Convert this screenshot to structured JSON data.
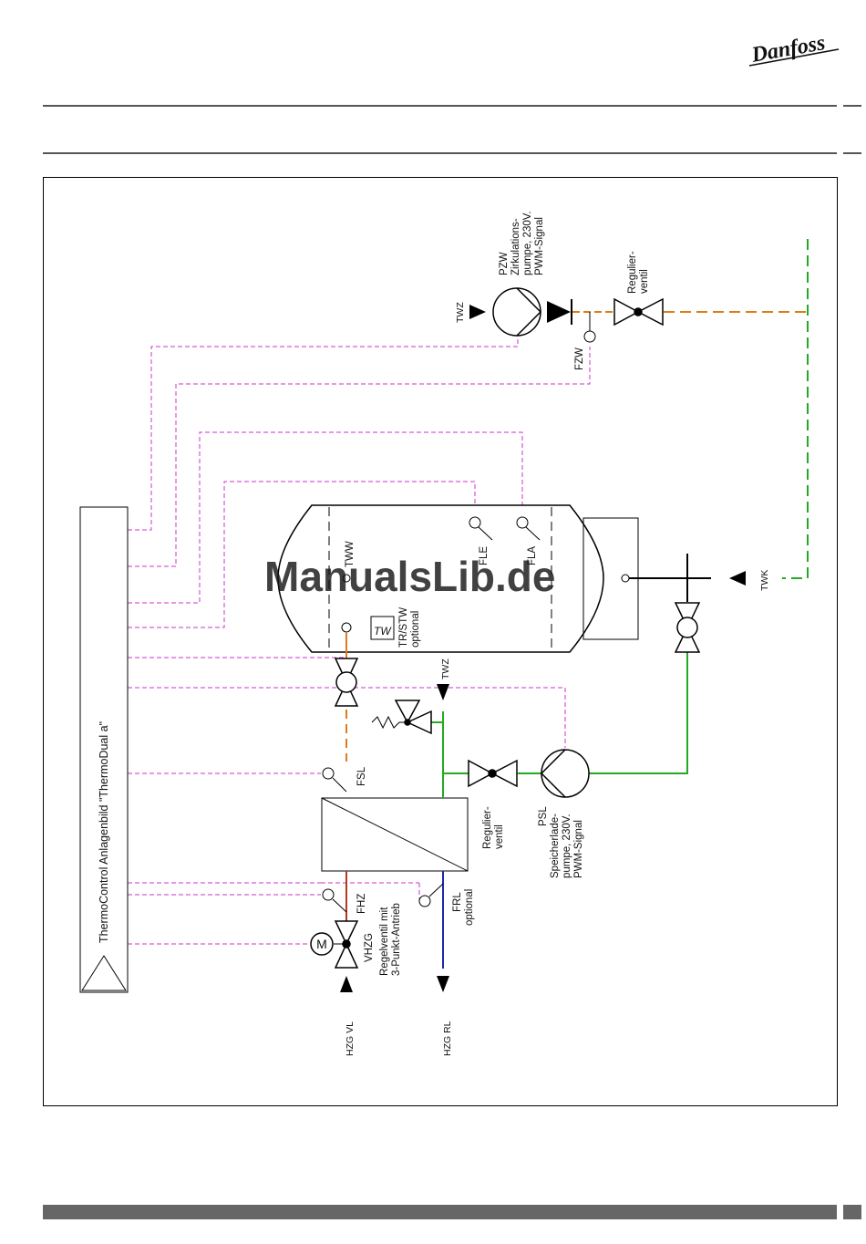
{
  "brand": {
    "logo_text": "Danfoss",
    "color": "#111111"
  },
  "watermark": {
    "text": "ManualsLib.de",
    "color": "#a9c6e8"
  },
  "colors": {
    "signal": "#cc33cc",
    "warm_water": "#e07b1a",
    "cold_water": "#22aa22",
    "heating_flow": "#b03a1e",
    "heating_return": "#1a2aa8",
    "footer_bar": "#666666"
  },
  "diagram": {
    "controller_label": "ThermoControl Anlagenbild \"ThermoDual a\"",
    "pump_pzw": [
      "PZW",
      "Zirkulations-",
      "pumpe, 230V.",
      "PWM-Signal"
    ],
    "valve_top": [
      "Regulier-",
      "ventil"
    ],
    "twz_top": "TWZ",
    "fzw": "FZW",
    "tww": "TWW",
    "fle": "FLE",
    "fla": "FLA",
    "twk": "TWK",
    "trstw": [
      "TR/STW",
      "optional"
    ],
    "twz_mid": "TWZ",
    "fsl": "FSL",
    "valve_mid": [
      "Regulier-",
      "ventil"
    ],
    "pump_psl": [
      "PSL",
      "Speicherlade-",
      "pumpe, 230V.",
      "PWM-Signal"
    ],
    "fhz": "FHZ",
    "frl": [
      "FRL",
      "optional"
    ],
    "vhzg": [
      "VHZG",
      "Regelventil mit",
      "3-Punkt-Antrieb"
    ],
    "motor": "M",
    "hzg_vl": "HZG  VL",
    "hzg_rl": "HZG  RL",
    "tr_symbol": "TW"
  }
}
